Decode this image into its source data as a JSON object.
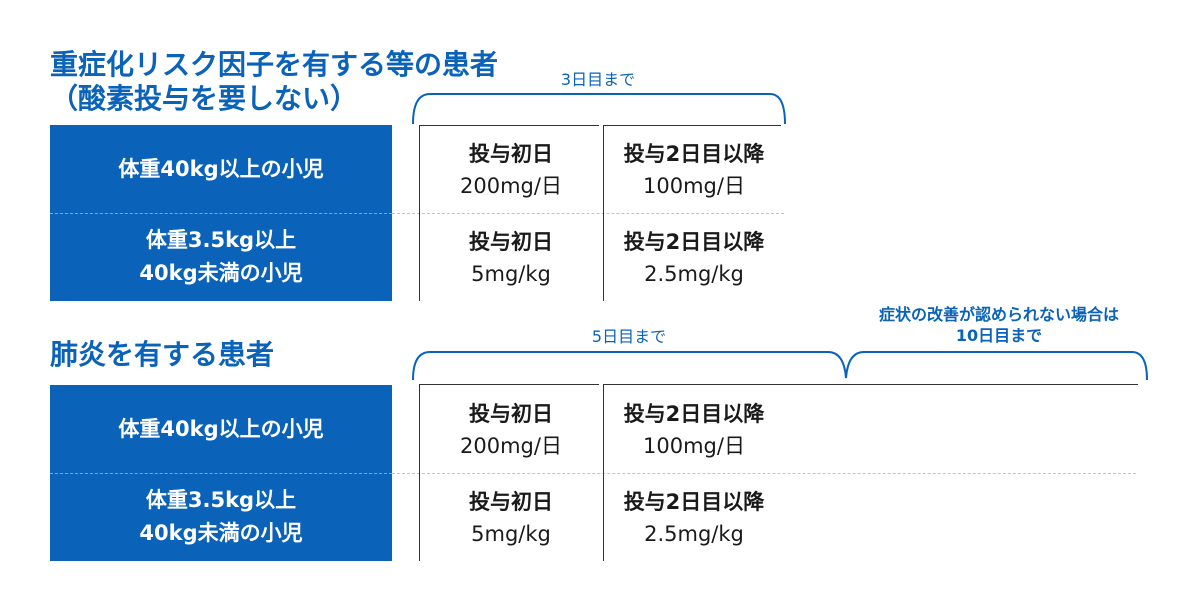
{
  "section1": {
    "heading_line1": "重症化リスク因子を有する等の患者",
    "heading_line2": "（酸素投与を要しない）",
    "bracket_label": "3日目まで",
    "rows": [
      {
        "group_line1": "体重40kg以上の小児",
        "group_line2": "",
        "day1_title": "投与初日",
        "day1_dose": "200mg/日",
        "day2_title": "投与2日目以降",
        "day2_dose": "100mg/日"
      },
      {
        "group_line1": "体重3.5kg以上",
        "group_line2": "40kg未満の小児",
        "day1_title": "投与初日",
        "day1_dose": "5mg/kg",
        "day2_title": "投与2日目以降",
        "day2_dose": "2.5mg/kg"
      }
    ]
  },
  "section2": {
    "heading": "肺炎を有する患者",
    "bracket_label": "5日目まで",
    "extension_label_line1": "症状の改善が認められない場合は",
    "extension_label_line2": "10日目まで",
    "rows": [
      {
        "group_line1": "体重40kg以上の小児",
        "group_line2": "",
        "day1_title": "投与初日",
        "day1_dose": "200mg/日",
        "day2_title": "投与2日目以降",
        "day2_dose": "100mg/日"
      },
      {
        "group_line1": "体重3.5kg以上",
        "group_line2": "40kg未満の小児",
        "day1_title": "投与初日",
        "day1_dose": "5mg/kg",
        "day2_title": "投与2日目以降",
        "day2_dose": "2.5mg/kg"
      }
    ]
  },
  "colors": {
    "accent_blue": "#0a63b8",
    "text": "#1a1a1a",
    "divider": "#b8c6d4"
  }
}
